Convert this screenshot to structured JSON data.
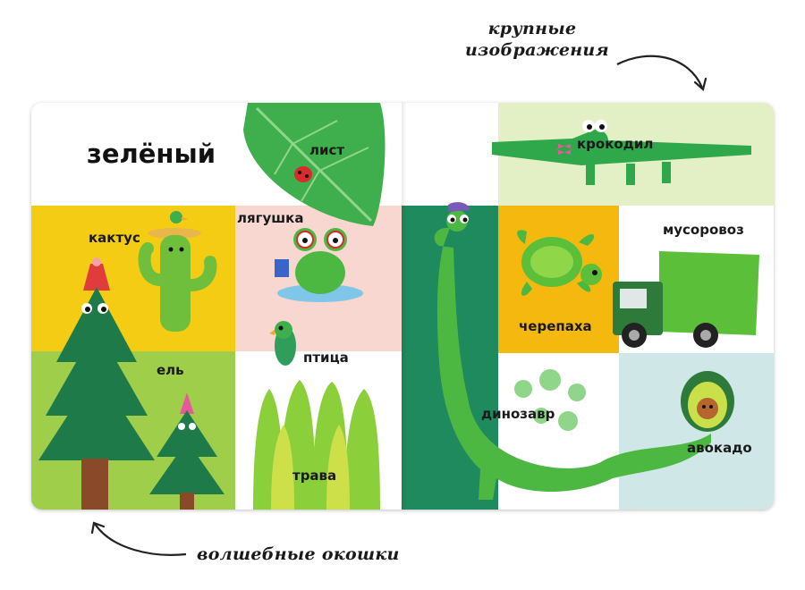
{
  "annotations": {
    "top": "крупные\nизображения",
    "bottom": "волшебные окошки"
  },
  "page": {
    "title": "зелёный",
    "words": {
      "leaf": "лист",
      "crocodile": "крокодил",
      "cactus": "кактус",
      "frog": "лягушка",
      "garbage_truck": "мусоровоз",
      "turtle": "черепаха",
      "bird": "птица",
      "fir": "ель",
      "dinosaur": "динозавр",
      "grass": "трава",
      "avocado": "авокадо"
    }
  },
  "colors": {
    "green": "#2e9e3a",
    "light_green": "#5cbf3a",
    "dark_green": "#1f7a3c",
    "yellow": "#f5cc14",
    "pink": "#f7d7cf",
    "pale_green": "#e3efc5",
    "light_blue": "#cfe7e6",
    "teal": "#1e8a5e"
  }
}
